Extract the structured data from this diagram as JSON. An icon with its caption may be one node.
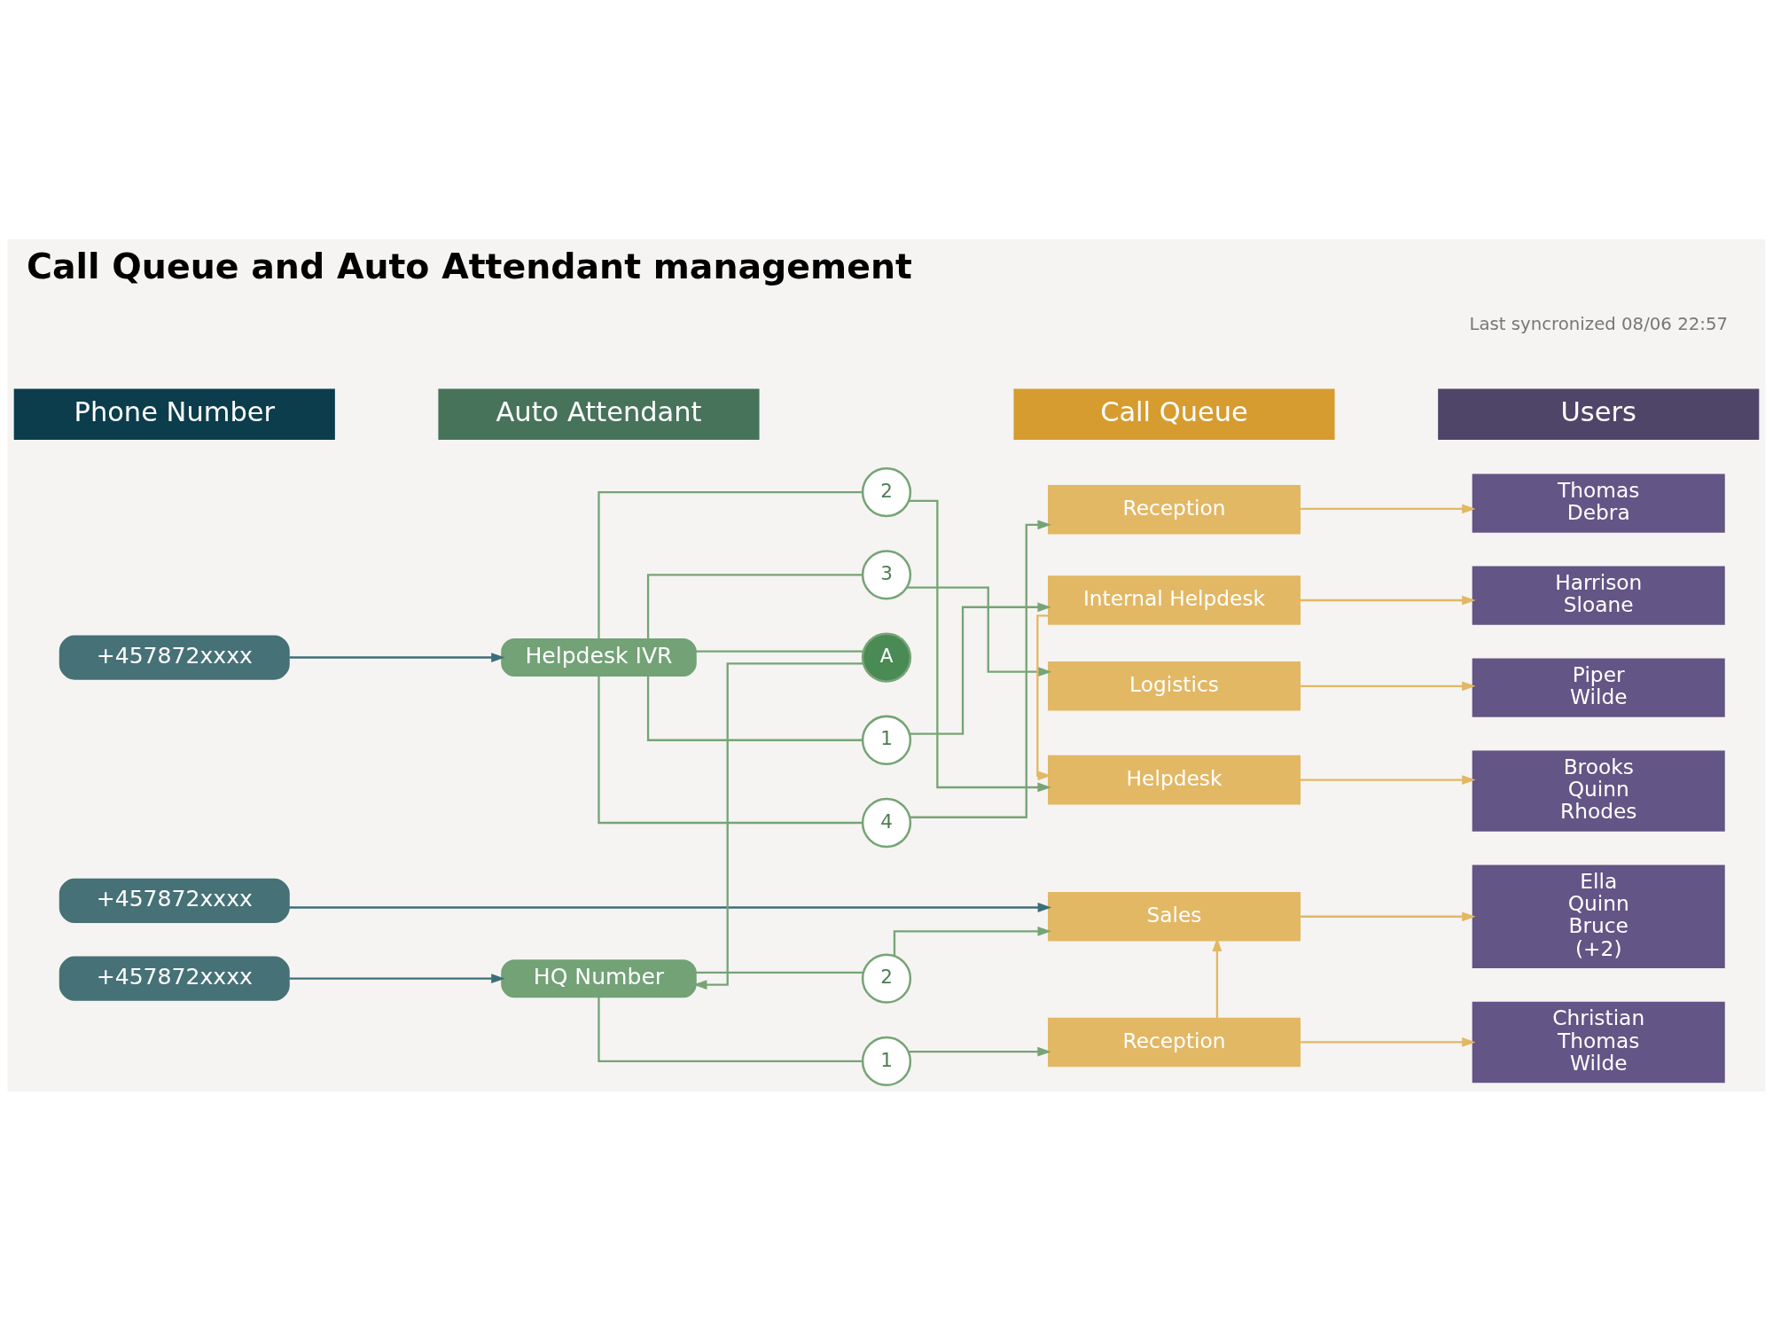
{
  "diagram": {
    "title": "Call Queue and Auto Attendant management",
    "nodes": [
      {
        "text": [
          "Phone Number"
        ]
      },
      {
        "text": [
          "Auto Attendant"
        ]
      },
      {
        "text": [
          "Call Queue"
        ]
      },
      {
        "text": [
          "Users"
        ]
      },
      {
        "text": [
          "+457872xxxx"
        ]
      },
      {
        "text": [
          "Helpdesk IVR"
        ]
      },
      {
        "text": [
          "2"
        ]
      },
      {
        "text": [
          "3"
        ]
      },
      {
        "text": [
          "A"
        ]
      },
      {
        "text": [
          "1"
        ]
      },
      {
        "text": [
          "4"
        ]
      },
      {
        "text": [
          "Reception"
        ]
      },
      {
        "text": [
          "Thomas",
          "Debra"
        ]
      },
      {
        "text": [
          "Internal Helpdesk"
        ]
      },
      {
        "text": [
          "Harrison",
          "Sloane"
        ]
      },
      {
        "text": [
          "Logistics"
        ]
      },
      {
        "text": [
          "Piper",
          "Wilde"
        ]
      },
      {
        "text": [
          "Helpdesk"
        ]
      },
      {
        "text": [
          "Brooks",
          "Quinn",
          "Rhodes"
        ]
      },
      {
        "text": [
          "+457872xxxx"
        ]
      },
      {
        "text": [
          "Sales"
        ]
      },
      {
        "text": [
          "Ella",
          "Quinn",
          "Bruce",
          "(+2)"
        ]
      },
      {
        "text": [
          "+457872xxxx"
        ]
      },
      {
        "text": [
          "HQ Number"
        ]
      },
      {
        "text": [
          "2"
        ]
      },
      {
        "text": [
          "1"
        ]
      },
      {
        "text": [
          "Reception"
        ]
      },
      {
        "text": [
          "Christian",
          "Thomas",
          "Wilde"
        ]
      }
    ],
    "edges": [
      {
        "from": 4,
        "to": 5,
        "arrow": "to",
        "color": "#3d6f7a"
      },
      {
        "from": 5,
        "to": 6,
        "arrow": "none"
      },
      {
        "from": 5,
        "to": 7,
        "arrow": "none"
      },
      {
        "from": 5,
        "to": 8,
        "arrow": "none"
      },
      {
        "from": 5,
        "to": 9,
        "arrow": "none"
      },
      {
        "from": 5,
        "to": 10,
        "arrow": "none"
      },
      {
        "from": 10,
        "to": 11,
        "arrow": "to"
      },
      {
        "from": 9,
        "to": 13,
        "arrow": "to"
      },
      {
        "from": 7,
        "to": 15,
        "arrow": "to"
      },
      {
        "from": 6,
        "to": 17,
        "arrow": "to"
      },
      {
        "from": 8,
        "to": 23,
        "arrow": "to"
      },
      {
        "from": 11,
        "to": 12,
        "arrow": "to",
        "color": "#e2b865"
      },
      {
        "from": 13,
        "to": 14,
        "arrow": "to",
        "color": "#e2b865"
      },
      {
        "from": 13,
        "to": 17,
        "arrow": "to",
        "color": "#e2b865"
      },
      {
        "from": 15,
        "to": 16,
        "arrow": "to",
        "color": "#e2b865"
      },
      {
        "from": 17,
        "to": 18,
        "arrow": "to",
        "color": "#e2b865"
      },
      {
        "from": 19,
        "to": 20,
        "arrow": "to",
        "color": "#3d6f7a"
      },
      {
        "from": 20,
        "to": 21,
        "arrow": "to",
        "color": "#e2b865"
      },
      {
        "from": 22,
        "to": 23,
        "arrow": "to",
        "color": "#3d6f7a"
      },
      {
        "from": 23,
        "to": 24,
        "arrow": "none"
      },
      {
        "from": 24,
        "to": 20,
        "arrow": "to"
      },
      {
        "from": 23,
        "to": 25,
        "arrow": "none"
      },
      {
        "from": 25,
        "to": 26,
        "arrow": "to"
      },
      {
        "from": 26,
        "to": 20,
        "arrow": "to",
        "color": "#e2b865"
      },
      {
        "from": 26,
        "to": 27,
        "arrow": "to",
        "color": "#e2b865"
      }
    ],
    "labels": [
      "Last syncronized 08/06 22:57"
    ]
  }
}
